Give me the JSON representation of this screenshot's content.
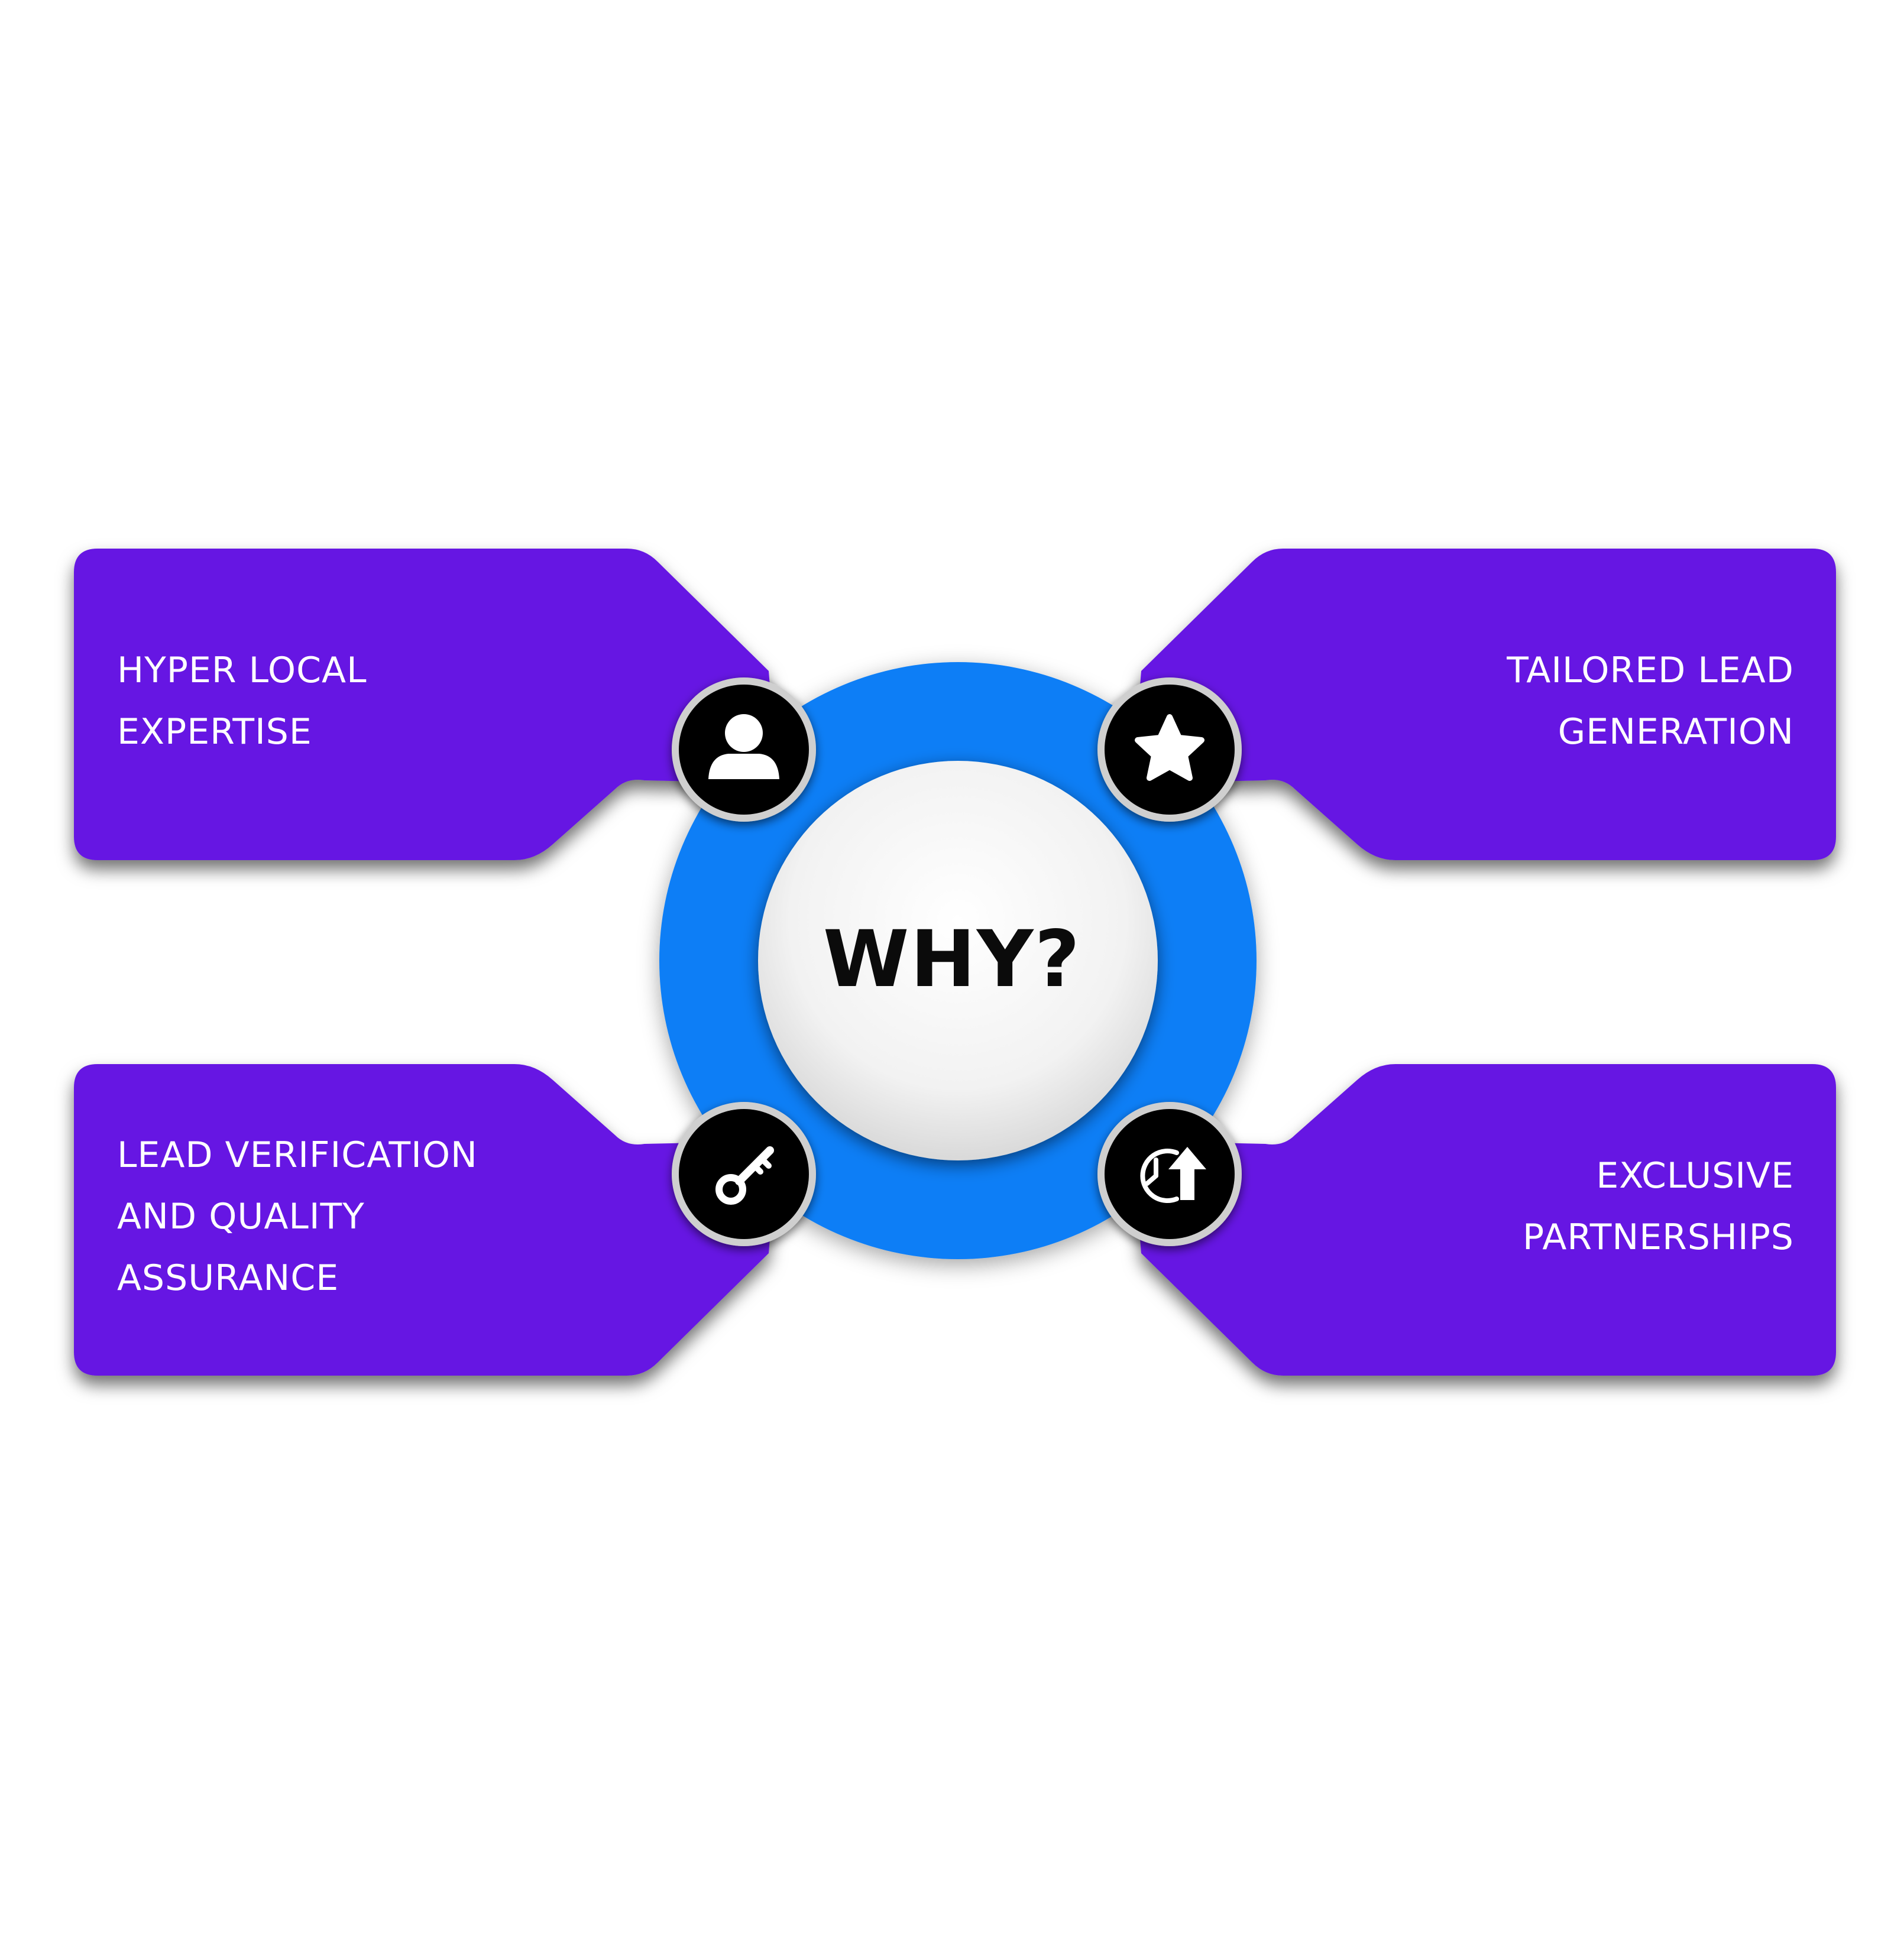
{
  "center": {
    "title": "WHY?"
  },
  "cards": [
    {
      "id": "hyper-local-expertise",
      "lines": [
        "HYPER LOCAL",
        "EXPERTISE"
      ],
      "icon": "user-icon"
    },
    {
      "id": "tailored-lead-generation",
      "lines": [
        "TAILORED LEAD",
        "GENERATION"
      ],
      "icon": "star-icon"
    },
    {
      "id": "lead-verification",
      "lines": [
        "LEAD VERIFICATION",
        "AND QUALITY",
        "ASSURANCE"
      ],
      "icon": "key-icon"
    },
    {
      "id": "exclusive-partnerships",
      "lines": [
        "EXCLUSIVE",
        "PARTNERSHIPS"
      ],
      "icon": "clock-arrow-up-icon"
    }
  ],
  "colors": {
    "card": "#6617e3",
    "ring": "#0a7ef6",
    "badge": "#050505",
    "center_disc": "#f4f4f4",
    "text": "#ffffff"
  }
}
